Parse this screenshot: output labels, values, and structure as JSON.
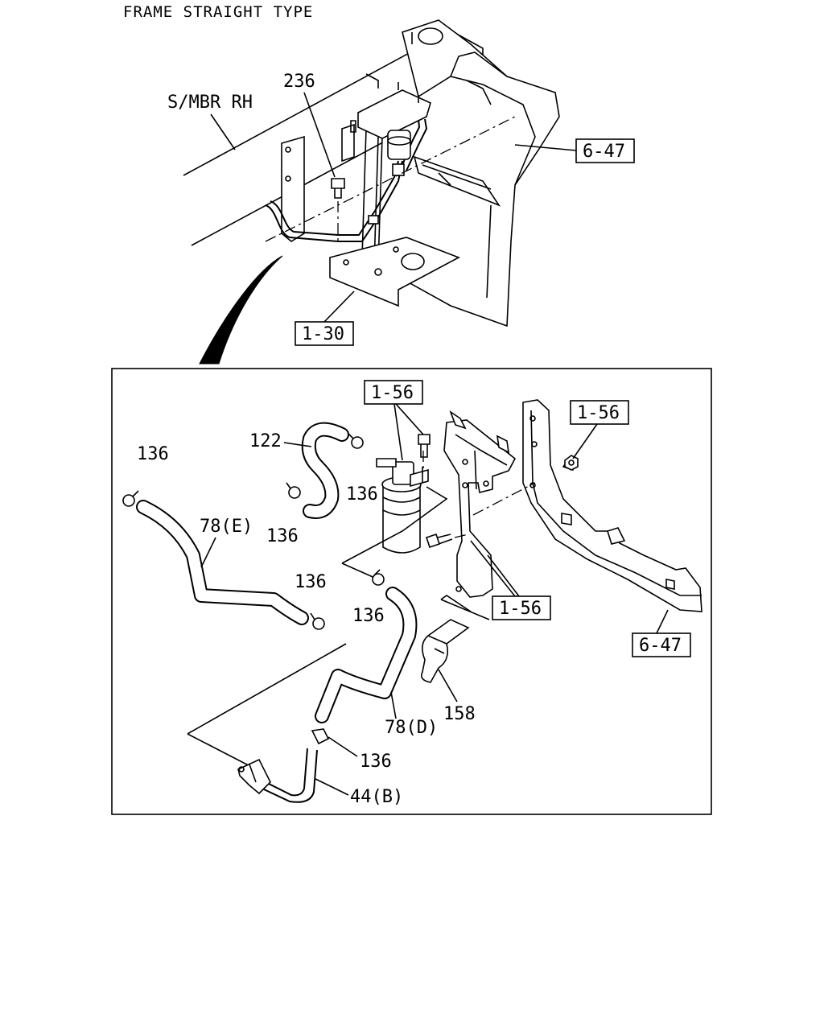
{
  "title": "FRAME STRAIGHT TYPE",
  "labels": {
    "side_member": "S/MBR RH",
    "part_236": "236",
    "ref_6_47_top": "6-47",
    "ref_1_30": "1-30",
    "ref_1_56_a": "1-56",
    "ref_1_56_b": "1-56",
    "ref_1_56_c": "1-56",
    "ref_6_47_detail": "6-47",
    "part_122": "122",
    "part_136_a": "136",
    "part_136_b": "136",
    "part_136_c": "136",
    "part_136_d": "136",
    "part_136_e": "136",
    "part_136_f": "136",
    "part_78e": "78(E)",
    "part_78d": "78(D)",
    "part_158": "158",
    "part_44b": "44(B)"
  }
}
